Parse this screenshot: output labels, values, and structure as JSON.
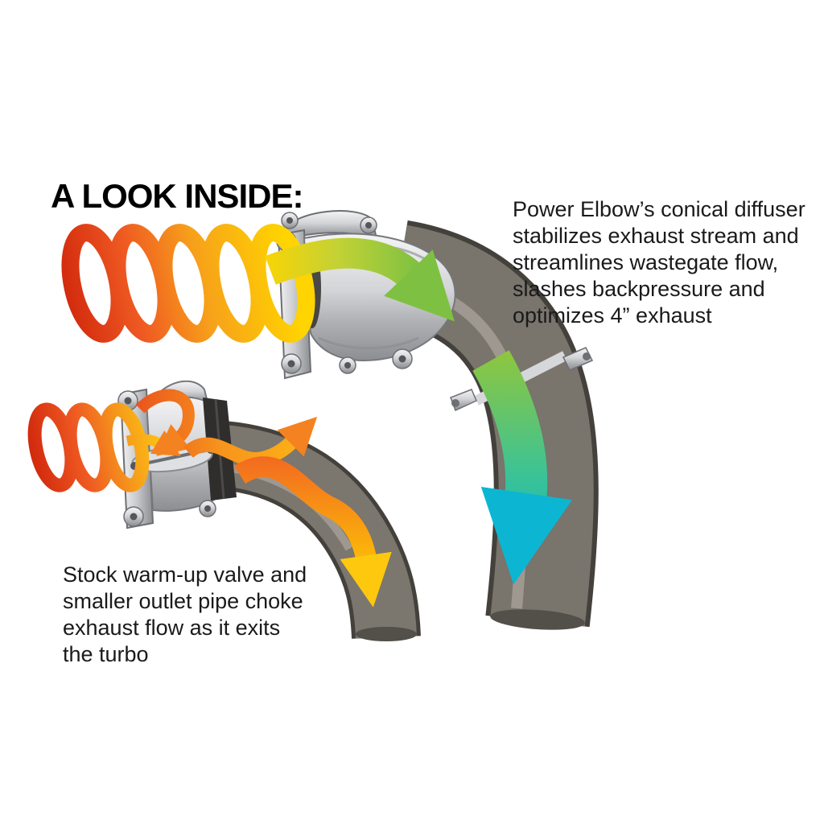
{
  "title": "A LOOK INSIDE:",
  "captions": {
    "power_elbow": {
      "lines": [
        "Power Elbow’s conical diffuser",
        "stabilizes exhaust stream and",
        "streamlines wastegate flow,",
        "slashes backpressure and",
        "optimizes 4” exhaust"
      ]
    },
    "stock": {
      "lines": [
        "Stock warm-up valve and",
        "smaller outlet pipe choke",
        "exhaust flow as it exits",
        "the turbo"
      ]
    }
  },
  "illustration": {
    "power_elbow": "power-elbow-cutaway",
    "stock_elbow": "stock-elbow-cutaway",
    "flow_elements": [
      "turbulent-exhaust-coil-large",
      "wastegate-flow-arrow",
      "smooth-exhaust-gradient-arrow",
      "turbulent-exhaust-coil-small",
      "choked-flow-arrows",
      "restricted-exhaust-arrow"
    ]
  },
  "colors": {
    "background": "#ffffff",
    "text": "#1a1a1a",
    "flow_hot_start": "#d32b0e",
    "flow_hot_mid": "#f7941d",
    "flow_hot_end": "#ffd400",
    "flow_smooth_start": "#8dc63f",
    "flow_smooth_end": "#00b5d6",
    "pipe_gray": "#79746c",
    "metal_light": "#f4f4f5",
    "metal_dark": "#8c8e92"
  }
}
